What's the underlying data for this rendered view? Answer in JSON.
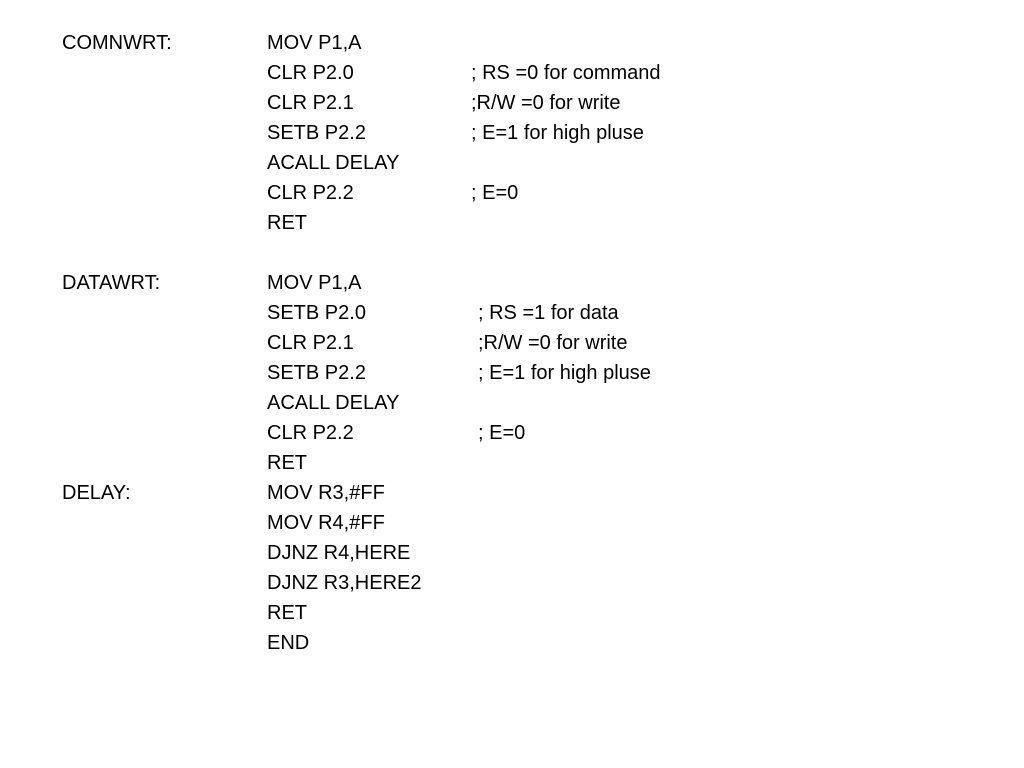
{
  "lines": [
    {
      "label": "COMNWRT:",
      "instruction": "MOV P1,A",
      "comment": ""
    },
    {
      "label": "",
      "instruction": "CLR P2.0",
      "comment": "; RS =0 for command"
    },
    {
      "label": "",
      "instruction": "CLR P2.1",
      "comment": ";R/W =0 for write"
    },
    {
      "label": "",
      "instruction": "SETB P2.2",
      "comment": "; E=1 for high pluse"
    },
    {
      "label": "",
      "instruction": "ACALL DELAY",
      "comment": ""
    },
    {
      "label": "",
      "instruction": "CLR P2.2",
      "comment": "; E=0"
    },
    {
      "label": "",
      "instruction": "RET",
      "comment": ""
    },
    {
      "label": "DATAWRT:",
      "instruction": "MOV P1,A",
      "comment": ""
    },
    {
      "label": "",
      "instruction": "SETB P2.0",
      "comment": "; RS =1 for data"
    },
    {
      "label": "",
      "instruction": "CLR P2.1",
      "comment": ";R/W =0 for write"
    },
    {
      "label": "",
      "instruction": "SETB P2.2",
      "comment": "; E=1 for high pluse"
    },
    {
      "label": "",
      "instruction": "ACALL DELAY",
      "comment": ""
    },
    {
      "label": "",
      "instruction": "CLR P2.2",
      "comment": "; E=0"
    },
    {
      "label": "",
      "instruction": "RET",
      "comment": ""
    },
    {
      "label": "DELAY:",
      "instruction": "MOV R3,#FF",
      "comment": ""
    },
    {
      "label": "",
      "instruction": "MOV R4,#FF",
      "comment": ""
    },
    {
      "label": "",
      "instruction": "DJNZ R4,HERE",
      "comment": ""
    },
    {
      "label": "",
      "instruction": "DJNZ R3,HERE2",
      "comment": ""
    },
    {
      "label": "",
      "instruction": "RET",
      "comment": ""
    },
    {
      "label": "",
      "instruction": "END",
      "comment": ""
    }
  ]
}
